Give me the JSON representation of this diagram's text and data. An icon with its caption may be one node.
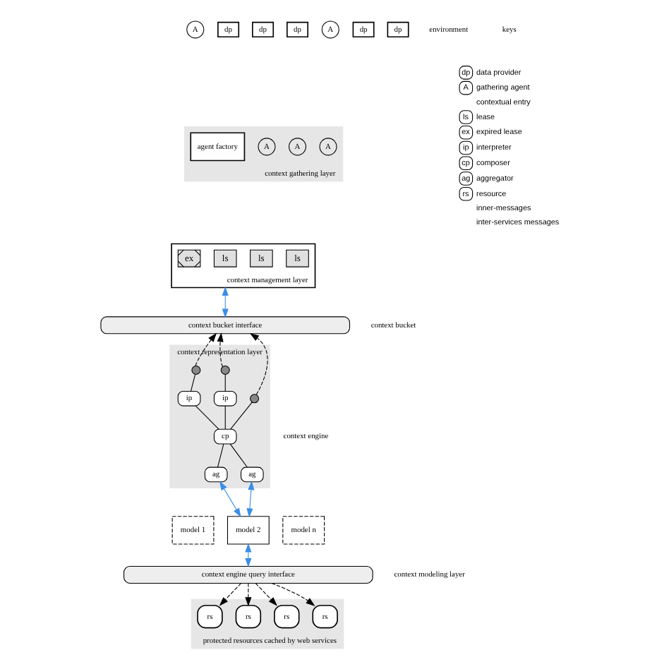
{
  "diagram": {
    "nodes": [
      {
        "text": [
          "A"
        ]
      },
      {
        "text": [
          "dp"
        ]
      },
      {
        "text": [
          "dp"
        ]
      },
      {
        "text": [
          "dp"
        ]
      },
      {
        "text": [
          "A"
        ]
      },
      {
        "text": [
          "dp"
        ]
      },
      {
        "text": [
          "dp"
        ]
      },
      {
        "text": [
          "context gathering layer"
        ]
      },
      {
        "text": [
          "A"
        ],
        "in": 7
      },
      {
        "text": [
          "A"
        ],
        "in": 7
      },
      {
        "text": [
          "A"
        ],
        "in": 7
      },
      {
        "text": [
          "agent factory"
        ],
        "in": 7
      },
      {
        "text": [
          "context management layer"
        ]
      },
      {
        "text": [
          "ls"
        ],
        "in": 12
      },
      {
        "text": [
          "ls"
        ],
        "in": 12
      },
      {
        "text": [
          "ls"
        ],
        "in": 12
      },
      {
        "text": [
          "ex"
        ],
        "in": 12
      },
      {
        "text": [
          "context bucket interface"
        ]
      },
      {
        "text": [
          "context representation layer"
        ]
      },
      {
        "text": [],
        "shape": "circle",
        "in": 18
      },
      {
        "text": [],
        "shape": "circle",
        "in": 18
      },
      {
        "text": [],
        "shape": "circle",
        "in": 18
      },
      {
        "text": [
          "ip"
        ],
        "in": 18
      },
      {
        "text": [
          "ip"
        ],
        "in": 18
      },
      {
        "text": [
          "cp"
        ],
        "in": 18
      },
      {
        "text": [
          "ag"
        ],
        "in": 18
      },
      {
        "text": [
          "ag"
        ],
        "in": 18
      },
      {
        "text": [
          "model 1"
        ]
      },
      {
        "text": [
          "model 2"
        ]
      },
      {
        "text": [
          "model n"
        ]
      },
      {
        "text": [
          "context engine query interface"
        ]
      },
      {
        "text": [
          "protected resources cached by web services"
        ]
      },
      {
        "text": [
          "rs"
        ],
        "in": 31
      },
      {
        "text": [
          "rs"
        ],
        "in": 31
      },
      {
        "text": [
          "rs"
        ],
        "in": 31
      },
      {
        "text": [
          "rs"
        ],
        "in": 31
      }
    ],
    "edges": [
      {
        "from": 12,
        "to": 17,
        "arrow": "both",
        "color": "#3a8ee6"
      },
      {
        "from": 19,
        "to": 17,
        "arrow": "to",
        "style": "dashed"
      },
      {
        "from": 20,
        "to": 17,
        "arrow": "to",
        "style": "dashed"
      },
      {
        "from": 21,
        "to": 17,
        "arrow": "to",
        "style": "dashed"
      },
      {
        "from": 19,
        "to": 22,
        "arrow": "none"
      },
      {
        "from": 20,
        "to": 23,
        "arrow": "none"
      },
      {
        "from": 21,
        "to": 24,
        "arrow": "none"
      },
      {
        "from": 22,
        "to": 24,
        "arrow": "none"
      },
      {
        "from": 23,
        "to": 24,
        "arrow": "none"
      },
      {
        "from": 24,
        "to": 25,
        "arrow": "none"
      },
      {
        "from": 24,
        "to": 26,
        "arrow": "none"
      },
      {
        "from": 25,
        "to": 28,
        "arrow": "both",
        "color": "#3a8ee6"
      },
      {
        "from": 26,
        "to": 28,
        "arrow": "both",
        "color": "#3a8ee6"
      },
      {
        "from": 28,
        "to": 30,
        "arrow": "both",
        "color": "#3a8ee6"
      },
      {
        "from": 30,
        "to": 32,
        "arrow": "to",
        "style": "dashed"
      },
      {
        "from": 30,
        "to": 33,
        "arrow": "to",
        "style": "dashed"
      },
      {
        "from": 30,
        "to": 34,
        "arrow": "to",
        "style": "dashed"
      },
      {
        "from": 30,
        "to": 35,
        "arrow": "to",
        "style": "dashed"
      }
    ],
    "labels": [
      "environment",
      "context modeling layer",
      "context bucket",
      "context engine",
      "keys",
      "dp",
      "A",
      "ls",
      "ex",
      "ip",
      "cp",
      "ag",
      "rs"
    ],
    "legend": [
      {
        "text": "data provider"
      },
      {
        "text": "gathering agent"
      },
      {
        "text": "contextual entry"
      },
      {
        "text": "lease"
      },
      {
        "text": "expired lease"
      },
      {
        "text": "interpreter"
      },
      {
        "text": "composer"
      },
      {
        "text": "aggregator"
      },
      {
        "text": "resource"
      },
      {
        "text": "inner-messages"
      },
      {
        "text": "inter-services messages"
      }
    ]
  }
}
